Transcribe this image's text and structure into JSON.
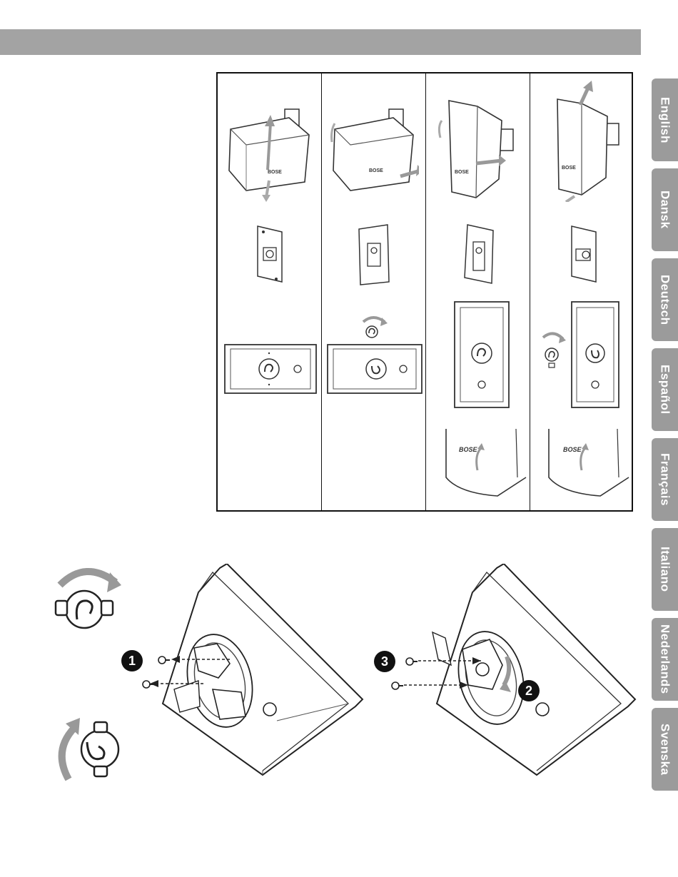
{
  "header": {
    "bar_color": "#a3a3a3"
  },
  "language_tabs": [
    {
      "label": "English"
    },
    {
      "label": "Dansk"
    },
    {
      "label": "Deutsch"
    },
    {
      "label": "Español"
    },
    {
      "label": "Français"
    },
    {
      "label": "Italiano"
    },
    {
      "label": "Nederlands"
    },
    {
      "label": "Svenska"
    }
  ],
  "tab_color": "#9b9b9b",
  "callouts": {
    "step1": "1",
    "step2": "2",
    "step3": "3"
  },
  "icons": [
    "speaker-orientation-icon",
    "mounting-bracket-icon",
    "rotate-cup-icon",
    "bose-logo-icon",
    "screw-icon"
  ]
}
